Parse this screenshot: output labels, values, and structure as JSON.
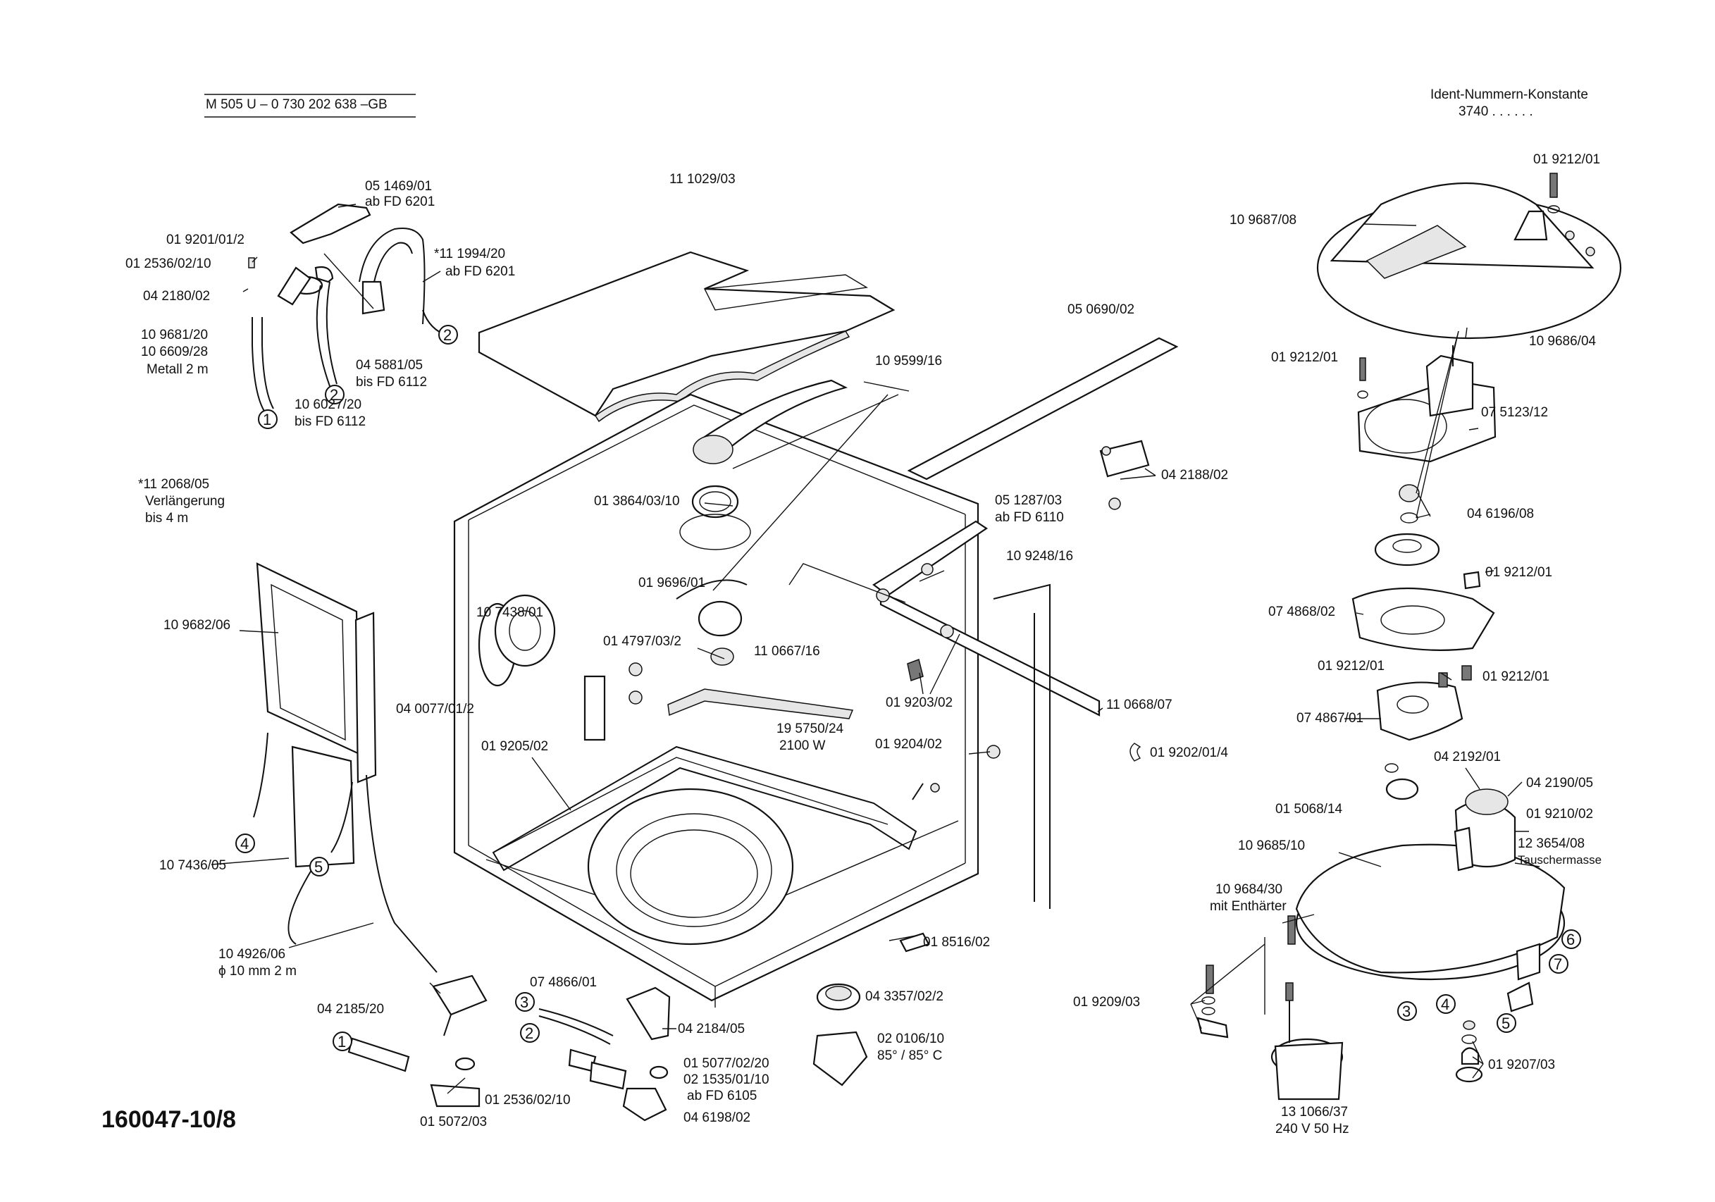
{
  "header": {
    "model_line": "M 505 U – 0 730 202 638 –GB",
    "ident_title": "Ident-Nummern-Konstante",
    "ident_value": "3740  . .   . . . ."
  },
  "footer": {
    "drawing_number": "160047-10/8"
  },
  "labels": {
    "p051469": "05 1469/01",
    "p051469_note": "ab FD 6201",
    "p019201": "01 9201/01/2",
    "p012536a": "01 2536/02/10",
    "p042180": "04 2180/02",
    "p109681": "10 9681/20",
    "p106609": "10 6609/28",
    "metall": "Metall 2 m",
    "p111994": "*11 1994/20",
    "p111994_note": "ab FD 6201",
    "p045881": "04 5881/05",
    "p045881_note": "bis FD 6112",
    "p106027": "10 6027/20",
    "p106027_note": "bis FD 6112",
    "p111029": "11 1029/03",
    "p050690": "05 0690/02",
    "p109599": "10 9599/16",
    "p013864": "01 3864/03/10",
    "p112068": "*11 2068/05",
    "verl": "Verlängerung",
    "bis4m": "bis 4 m",
    "p109682": "10 9682/06",
    "p107438": "10 7438/01",
    "p040077": "04 0077/01/2",
    "p019696": "01 9696/01",
    "p014797": "01 4797/03/2",
    "p110667": "11 0667/16",
    "p051287": "05 1287/03",
    "p051287_note": "ab FD 6110",
    "p109248": "10 9248/16",
    "p042188": "04 2188/02",
    "p019203": "01 9203/02",
    "p110668": "11 0668/07",
    "p019205": "01 9205/02",
    "p195750": "19 5750/24",
    "p195750_note": "2100 W",
    "p019204": "01 9204/02",
    "p019202": "01 9202/01/4",
    "p107436": "10 7436/05",
    "p104926": "10 4926/06",
    "p104926_note": "ϕ 10 mm 2 m",
    "p018516": "01 8516/02",
    "p074866": "07 4866/01",
    "p043357": "04 3357/02/2",
    "p042185": "04 2185/20",
    "p042184": "04 2184/05",
    "p020106": "02 0106/10",
    "p020106_note": "85° / 85° C",
    "p015077": "01 5077/02/20",
    "p021535": "02 1535/01/10",
    "p021535_note": "ab FD 6105",
    "p012536b": "01 2536/02/10",
    "p046198": "04 6198/02",
    "p015072": "01 5072/03",
    "p019212a": "01 9212/01",
    "p109687": "10 9687/08",
    "p109686": "10 9686/04",
    "p019212b": "01 9212/01",
    "p075123": "07 5123/12",
    "p046196": "04 6196/08",
    "p019212c": "01 9212/01",
    "p074868": "07 4868/02",
    "p019212d": "01 9212/01",
    "p019212e": "01 9212/01",
    "p074867": "07 4867/01",
    "p042192": "04 2192/01",
    "p015068": "01 5068/14",
    "p042190": "04 2190/05",
    "p019210": "01 9210/02",
    "p123654": "12 3654/08",
    "tauscher": "Tauschermasse",
    "p109685": "10 9685/10",
    "p109684": "10 9684/30",
    "enthaerter": "mit Enthärter",
    "p019209": "01 9209/03",
    "p019207": "01 9207/03",
    "p131066": "13 1066/37",
    "p131066_note": "240 V 50 Hz"
  },
  "callouts": [
    "1",
    "2",
    "3",
    "4",
    "5",
    "6",
    "7"
  ]
}
